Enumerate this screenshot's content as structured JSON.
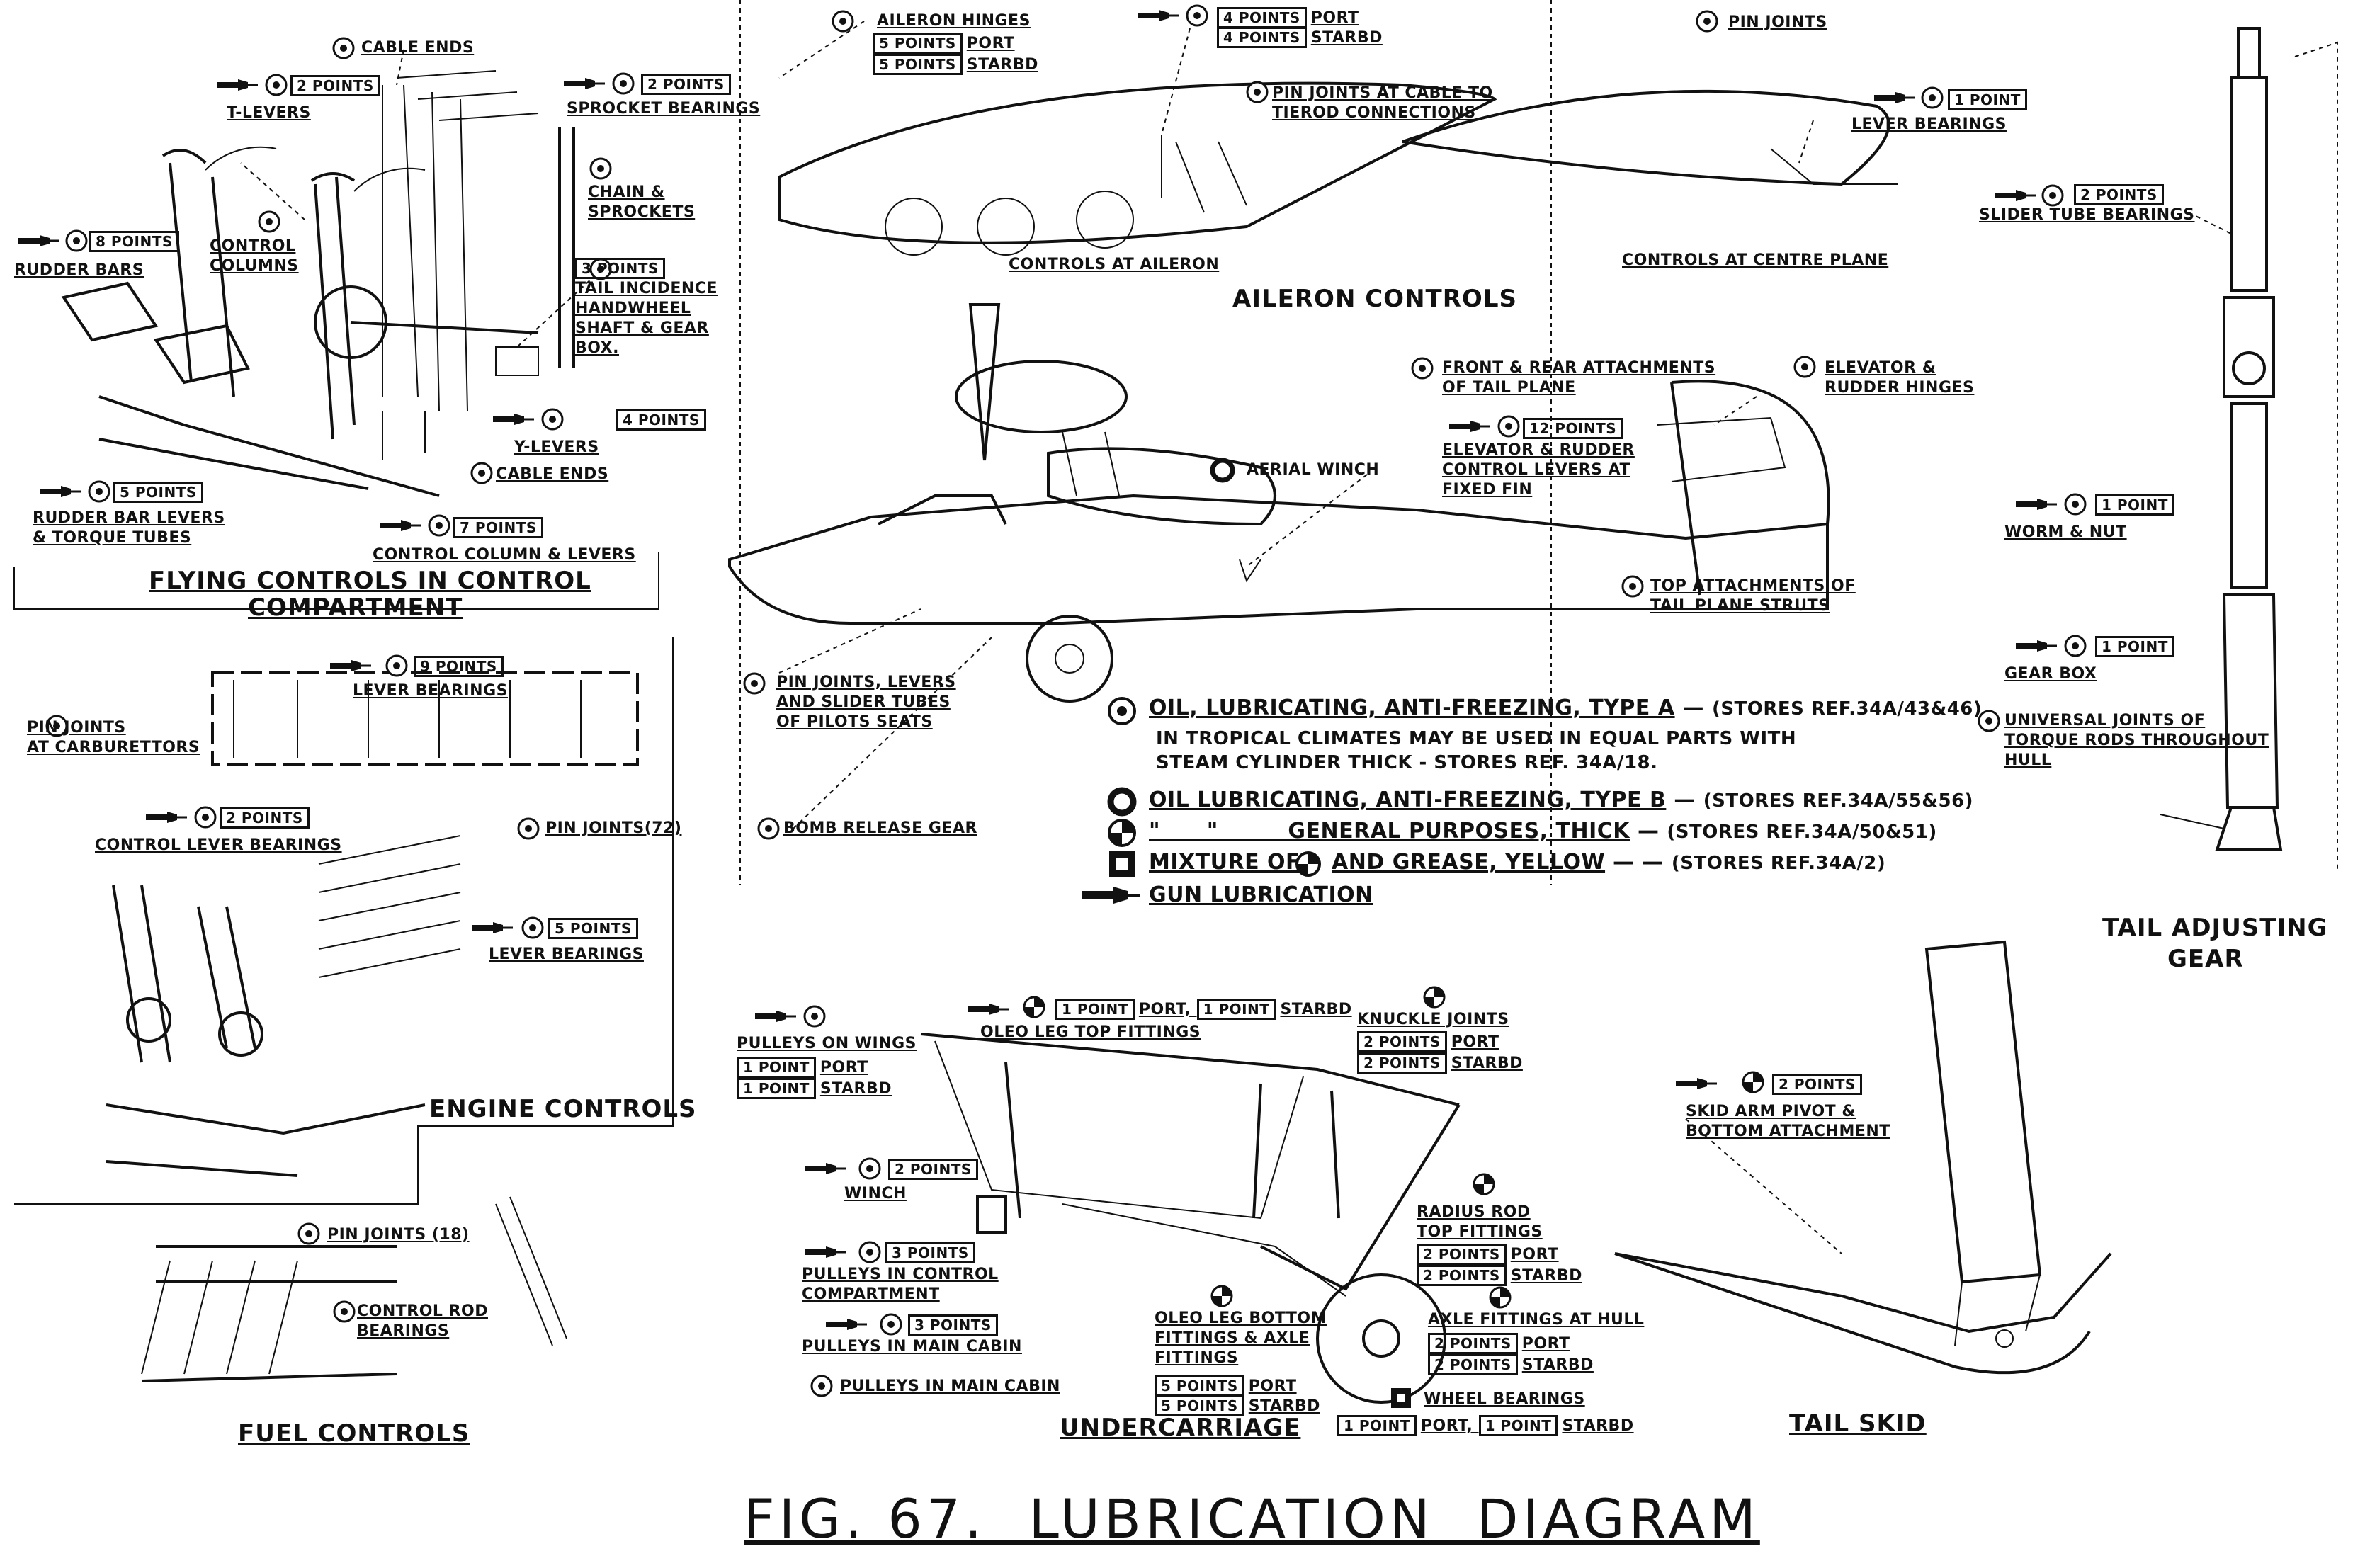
{
  "figure_title": "FIG. 67.  LUBRICATION  DIAGRAM",
  "sections": {
    "flying_controls": "FLYING CONTROLS IN CONTROL",
    "flying_controls_2": "COMPARTMENT",
    "engine_controls": "ENGINE CONTROLS",
    "fuel_controls": "FUEL CONTROLS",
    "aileron_controls": "AILERON CONTROLS",
    "controls_at_aileron": "CONTROLS AT AILERON",
    "controls_at_centre_plane": "CONTROLS AT CENTRE PLANE",
    "undercarriage": "UNDERCARRIAGE",
    "tail_skid": "TAIL SKID",
    "tail_adjusting_gear": "TAIL ADJUSTING",
    "tail_adjusting_gear_2": "GEAR"
  },
  "labels": {
    "cable_ends_top": "CABLE ENDS",
    "t_levers_count": "2 POINTS",
    "t_levers": "T-LEVERS",
    "sprocket_count": "2 POINTS",
    "sprocket_bearings": "SPROCKET BEARINGS",
    "control_columns": "CONTROL\nCOLUMNS",
    "chain_sprockets": "CHAIN &\nSPROCKETS",
    "rudder_bars_count": "8 POINTS",
    "rudder_bars": "RUDDER BARS",
    "tail_incidence_count": "3 POINTS",
    "tail_incidence": "TAIL INCIDENCE\nHANDWHEEL\nSHAFT & GEAR\nBOX.",
    "y_levers_count": "4 POINTS",
    "y_levers": "Y-LEVERS",
    "cable_ends_bottom": "CABLE ENDS",
    "rudder_bar_levers_count": "5 POINTS",
    "rudder_bar_levers": "RUDDER BAR LEVERS\n& TORQUE TUBES",
    "control_column_levers_count": "7 POINTS",
    "control_column_levers": "CONTROL COLUMN & LEVERS",
    "lever_bearings_count": "9 POINTS",
    "lever_bearings": "LEVER BEARINGS",
    "pin_joints_carb": "PIN JOINTS\nAT CARBURETTORS",
    "control_lever_bearings_count": "2 POINTS",
    "control_lever_bearings": "CONTROL LEVER BEARINGS",
    "pin_joints_72": "PIN JOINTS(72)",
    "lever_bearings_5_count": "5 POINTS",
    "lever_bearings_5": "LEVER BEARINGS",
    "pin_joints_18": "PIN JOINTS (18)",
    "control_rod_bearings": "CONTROL ROD\nBEARINGS",
    "aileron_hinges": "AILERON HINGES",
    "aileron_hinges_port_count": "5 POINTS",
    "aileron_hinges_port": "PORT",
    "aileron_hinges_star_count": "5 POINTS",
    "aileron_hinges_star": "STARBD",
    "aileron_top_port_count": "4 POINTS",
    "aileron_top_port": "PORT",
    "aileron_top_star_count": "4 POINTS",
    "aileron_top_star": "STARBD",
    "pin_joints_cable": "PIN JOINTS AT CABLE TO\nTIEROD CONNECTIONS",
    "pin_joints_centre": "PIN JOINTS",
    "lever_bearings_centre_count": "1 POINT",
    "lever_bearings_centre": "LEVER BEARINGS",
    "front_rear_attach": "FRONT & REAR ATTACHMENTS\nOF TAIL PLANE",
    "elevator_rudder_hinges": "ELEVATOR &\nRUDDER HINGES",
    "elevator_levers_count": "12 POINTS",
    "elevator_levers": "ELEVATOR & RUDDER\nCONTROL LEVERS AT\nFIXED FIN",
    "aerial_winch": "AERIAL WINCH",
    "top_attachments": "TOP ATTACHMENTS OF\nTAIL PLANE STRUTS",
    "pin_joints_seats": "PIN JOINTS, LEVERS\nAND SLIDER TUBES\nOF PILOTS SEATS",
    "bomb_release": "BOMB RELEASE GEAR",
    "slider_tube_count": "2 POINTS",
    "slider_tube": "SLIDER TUBE BEARINGS",
    "worm_nut_count": "1 POINT",
    "worm_nut": "WORM & NUT",
    "gear_box_count": "1 POINT",
    "gear_box": "GEAR BOX",
    "universal_joints": "UNIVERSAL JOINTS OF\nTORQUE RODS THROUGHOUT\nHULL",
    "pulleys_wings": "PULLEYS ON WINGS",
    "pulleys_wings_port_count": "1 POINT",
    "pulleys_wings_port": "PORT",
    "pulleys_wings_star_count": "1 POINT",
    "pulleys_wings_star": "STARBD",
    "oleo_top_port_count": "1 POINT",
    "oleo_top_port": "PORT,",
    "oleo_top_star_count": "1 POINT",
    "oleo_top_star": "STARBD",
    "oleo_top": "OLEO LEG TOP FITTINGS",
    "knuckle_joints": "KNUCKLE JOINTS",
    "knuckle_port_count": "2 POINTS",
    "knuckle_port": "PORT",
    "knuckle_star_count": "2 POINTS",
    "knuckle_star": "STARBD",
    "winch_count": "2 POINTS",
    "winch": "WINCH",
    "radius_rod": "RADIUS ROD\nTOP FITTINGS",
    "radius_port_count": "2 POINTS",
    "radius_port": "PORT",
    "radius_star_count": "2 POINTS",
    "radius_star": "STARBD",
    "pulleys_control_count": "3 POINTS",
    "pulleys_control": "PULLEYS IN CONTROL\nCOMPARTMENT",
    "pulleys_cabin_count": "3 POINTS",
    "pulleys_cabin": "PULLEYS IN MAIN CABIN",
    "pulleys_cabin_2": "PULLEYS IN MAIN CABIN",
    "oleo_bottom": "OLEO LEG BOTTOM\nFITTINGS & AXLE\nFITTINGS",
    "oleo_bottom_port_count": "5 POINTS",
    "oleo_bottom_port": "PORT",
    "oleo_bottom_star_count": "5 POINTS",
    "oleo_bottom_star": "STARBD",
    "axle_fittings": "AXLE FITTINGS AT HULL",
    "axle_port_count": "2 POINTS",
    "axle_port": "PORT",
    "axle_star_count": "2 POINTS",
    "axle_star": "STARBD",
    "wheel_bearings": "WHEEL BEARINGS",
    "wheel_port_count": "1 POINT",
    "wheel_port": "PORT,",
    "wheel_star_count": "1 POINT",
    "wheel_star": "STARBD",
    "skid_count": "2 POINTS",
    "skid_arm": "SKID ARM PIVOT &\nBOTTOM ATTACHMENT"
  },
  "legend": {
    "type_a": "OIL, LUBRICATING, ANTI-FREEZING, TYPE A",
    "type_a_ref": "(STORES REF.34A/43&46)",
    "type_a_note": "IN TROPICAL CLIMATES MAY BE USED IN EQUAL PARTS WITH",
    "type_a_note_2": "STEAM CYLINDER THICK - STORES REF. 34A/18.",
    "type_b": "OIL LUBRICATING, ANTI-FREEZING, TYPE B",
    "type_b_ref": "(STORES REF.34A/55&56)",
    "general": "\"      \"         GENERAL PURPOSES, THICK",
    "general_ref": "(STORES REF.34A/50&51)",
    "mixture": "MIXTURE OF",
    "mixture_2": "AND GREASE, YELLOW",
    "mixture_ref": "(STORES REF.34A/2)",
    "gun": "GUN LUBRICATION"
  },
  "legend_symbols": [
    "oil-type-a-icon",
    "oil-type-b-icon",
    "general-purpose-oil-icon",
    "grease-mixture-icon",
    "gun-lubrication-icon"
  ]
}
